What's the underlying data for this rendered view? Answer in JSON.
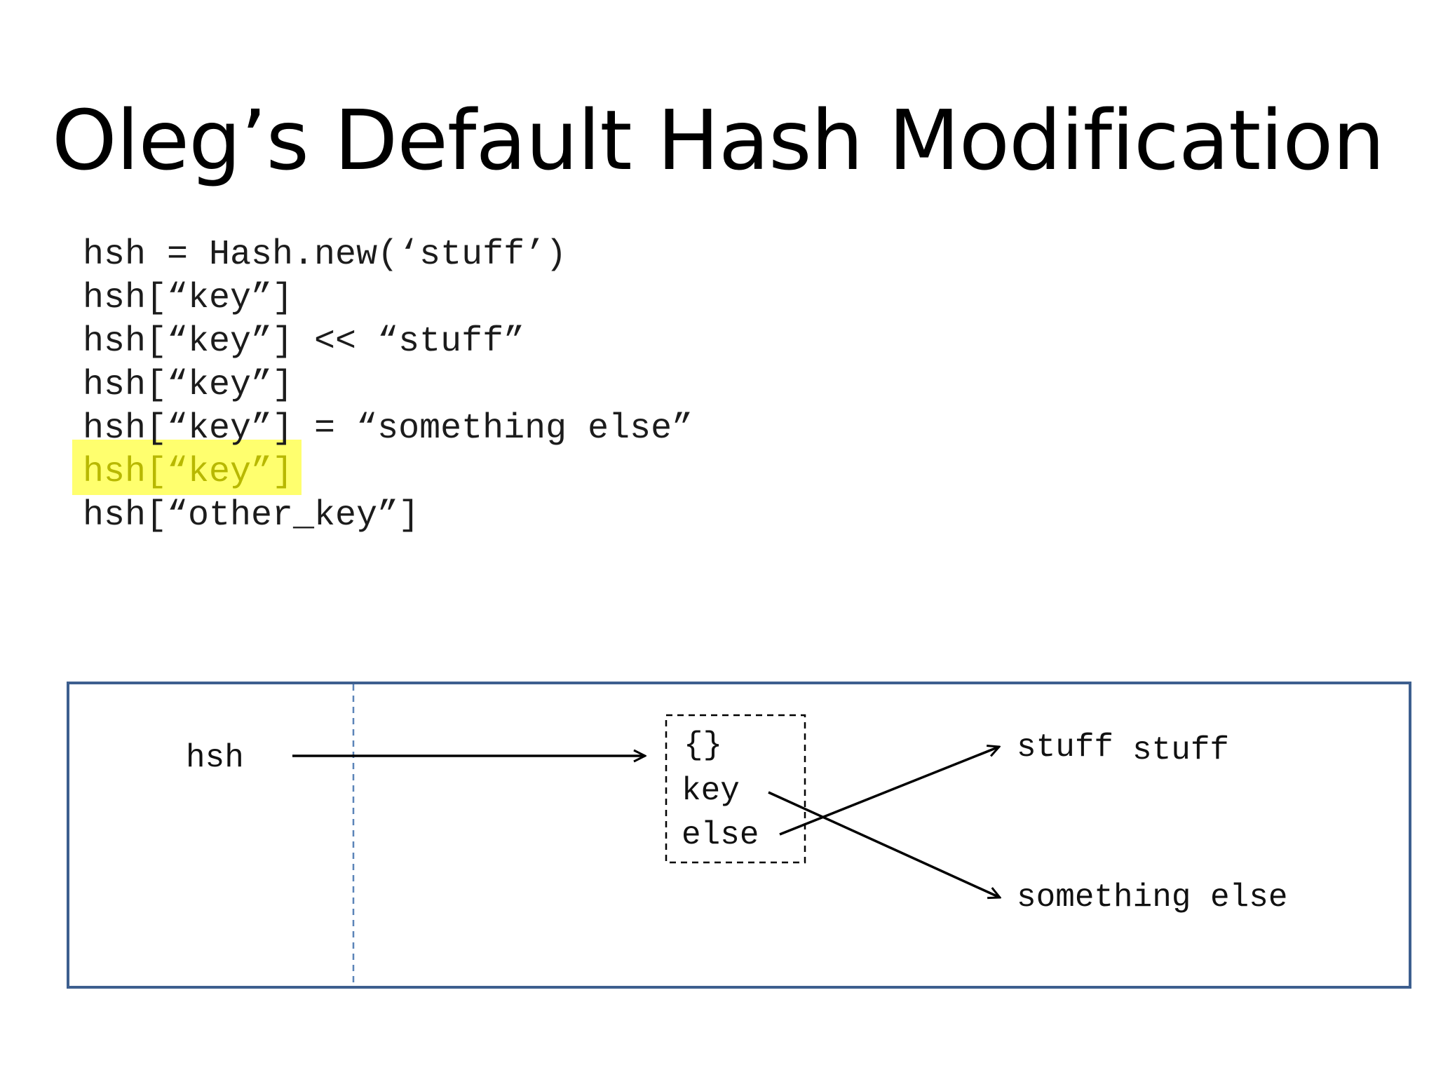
{
  "slide": {
    "title": "Oleg’s Default Hash Modification"
  },
  "code": {
    "lines": [
      "hsh = Hash.new(‘stuff’)",
      "hsh[“key”]",
      "hsh[“key”] << “stuff”",
      "hsh[“key”]",
      "hsh[“key”] = “something else”",
      "hsh[“key”]",
      "hsh[“other_key”]"
    ],
    "highlighted_line_index": 5,
    "highlight_color": "#ffff55"
  },
  "diagram": {
    "frame_color": "#3d5f8f",
    "variable_label": "hsh",
    "hash_object": {
      "header": "{}",
      "entries": [
        "key",
        "else"
      ]
    },
    "value_strings": {
      "first": "stuff",
      "first_appended": "stuff",
      "second": "something else"
    }
  }
}
